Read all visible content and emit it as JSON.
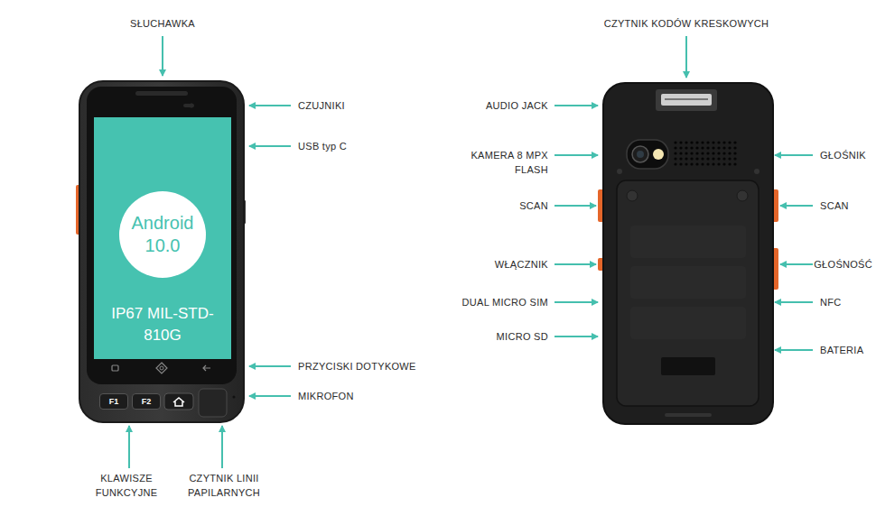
{
  "diagram": {
    "nodes": [
      {
        "text": [
          "IP67 MIL-STD-810G"
        ]
      },
      {
        "text": [
          "Android 10.0"
        ],
        "in": 0
      },
      {
        "text": [
          "F1"
        ]
      },
      {
        "text": [
          "F2"
        ]
      }
    ],
    "labels": [
      "SŁUCHAWKA",
      "CZUJNIKI",
      "USB typ C",
      "PRZYCISKI DOTYKOWE",
      "MIKROFON",
      "KLAWISZE FUNKCYJNE",
      "CZYTNIK LINII PAPILARNYCH",
      "CZYTNIK KODÓW KRESKOWYCH",
      "AUDIO JACK",
      "KAMERA 8 MPX FLASH",
      "SCAN",
      "WŁĄCZNIK",
      "DUAL MICRO SIM",
      "MICRO SD",
      "GŁOŚNIK",
      "SCAN",
      "GŁOŚNOŚĆ",
      "NFC",
      "BATERIA"
    ]
  }
}
